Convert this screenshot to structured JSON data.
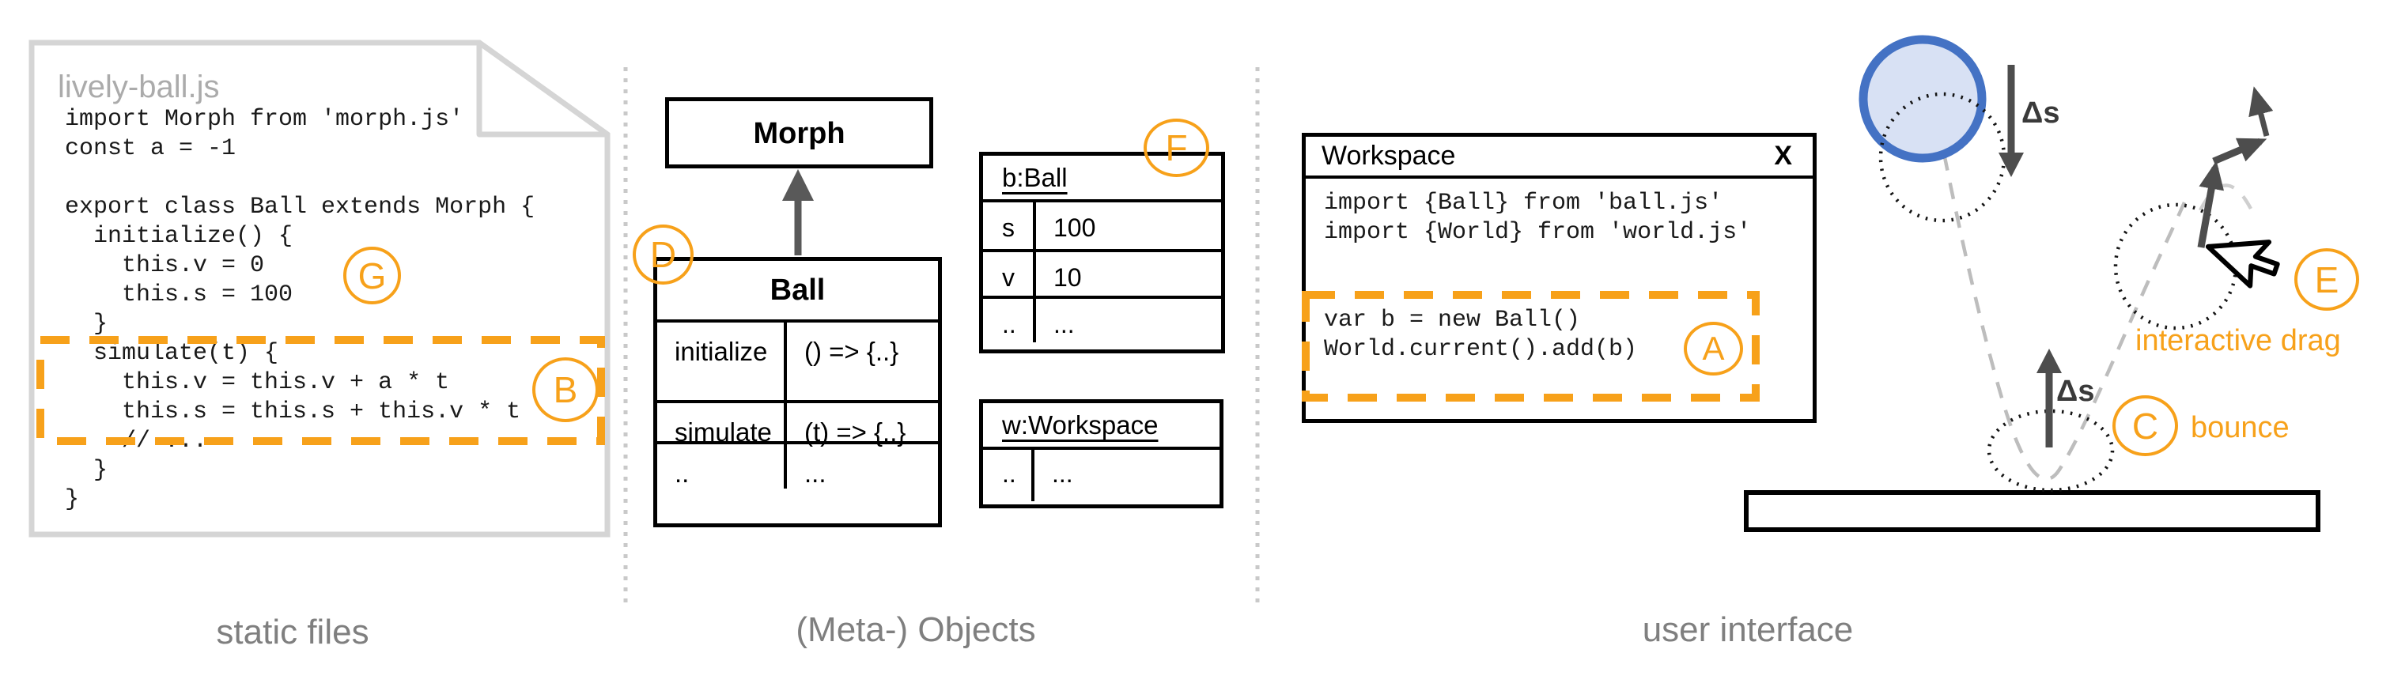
{
  "colors": {
    "accent_orange": "#F7A11A",
    "ball_stroke_blue": "#4472C4",
    "ball_fill_blue": "#D8E1F4",
    "label_gray": "#7F7F7F",
    "file_title_gray": "#ABABAB"
  },
  "markers": {
    "a": "A",
    "b": "B",
    "c": "C",
    "d": "D",
    "e": "E",
    "f": "F",
    "g": "G"
  },
  "static_files": {
    "section_label": "static files",
    "file_name": "lively-ball.js",
    "code_lines": [
      "import Morph from 'morph.js'",
      "const a = -1",
      "",
      "export class Ball extends Morph {",
      "  initialize() {",
      "    this.v = 0",
      "    this.s = 100",
      "  }",
      "  simulate(t) {",
      "    this.v = this.v + a * t",
      "    this.s = this.s + this.v * t",
      "    // ...",
      "  }",
      "}"
    ]
  },
  "meta_objects": {
    "section_label": "(Meta-) Objects",
    "morph_class": {
      "title": "Morph"
    },
    "ball_class": {
      "title": "Ball",
      "rows": [
        [
          "initialize",
          "() => {..}"
        ],
        [
          "simulate",
          "(t) => {..}"
        ],
        [
          "..",
          "..."
        ]
      ]
    },
    "ball_instance": {
      "title": "b:Ball",
      "rows": [
        [
          "s",
          "100"
        ],
        [
          "v",
          "10"
        ],
        [
          "..",
          "..."
        ]
      ]
    },
    "workspace_instance": {
      "title": "w:Workspace",
      "rows": [
        [
          "..",
          "..."
        ]
      ]
    }
  },
  "user_interface": {
    "section_label": "user interface",
    "workspace_window": {
      "title": "Workspace",
      "close_label": "X",
      "code_lines": [
        "import {Ball} from 'ball.js'",
        "import {World} from 'world.js'",
        "",
        "",
        "var b = new Ball()",
        "World.current().add(b)"
      ]
    },
    "delta_s_top_label": "Δs",
    "delta_s_bottom_label": "Δs",
    "bounce_label": "bounce",
    "drag_label": "interactive drag"
  }
}
